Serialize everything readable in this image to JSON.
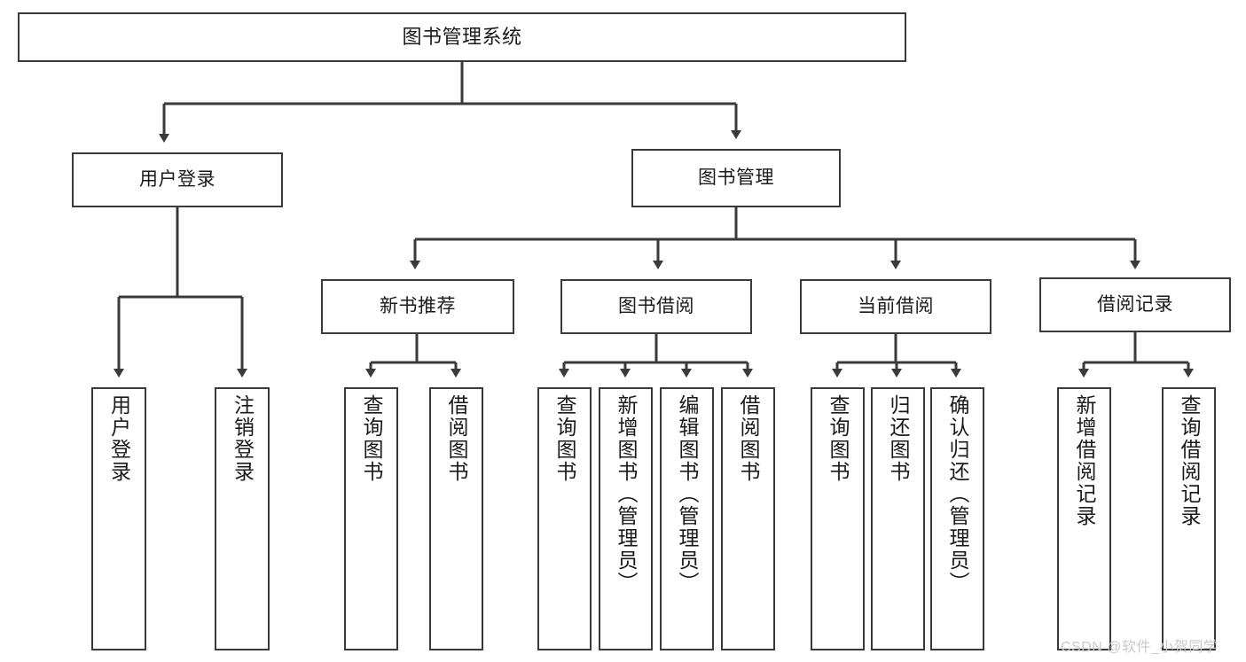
{
  "diagram": {
    "title": "图书管理系统",
    "watermark": "CSDN @软件_小贺同学",
    "edge_color": "#3a3a3a",
    "box_border_color": "#3a3a3a",
    "background_color": "#ffffff",
    "nodes": {
      "root": {
        "label": "图书管理系统"
      },
      "level1": [
        {
          "label": "用户登录"
        },
        {
          "label": "图书管理"
        }
      ],
      "level2": [
        {
          "label": "新书推荐"
        },
        {
          "label": "图书借阅"
        },
        {
          "label": "当前借阅"
        },
        {
          "label": "借阅记录"
        }
      ],
      "leaves": {
        "user_login": [
          {
            "label": "用户登录"
          },
          {
            "label": "注销登录"
          }
        ],
        "new_book_recommend": [
          {
            "label": "查询图书"
          },
          {
            "label": "借阅图书"
          }
        ],
        "book_borrow": [
          {
            "label": "查询图书"
          },
          {
            "label": "新增图书（管理员）"
          },
          {
            "label": "编辑图书（管理员）"
          },
          {
            "label": "借阅图书"
          }
        ],
        "current_borrow": [
          {
            "label": "查询图书"
          },
          {
            "label": "归还图书"
          },
          {
            "label": "确认归还（管理员）"
          }
        ],
        "borrow_record": [
          {
            "label": "新增借阅记录"
          },
          {
            "label": "查询借阅记录"
          }
        ]
      }
    }
  }
}
